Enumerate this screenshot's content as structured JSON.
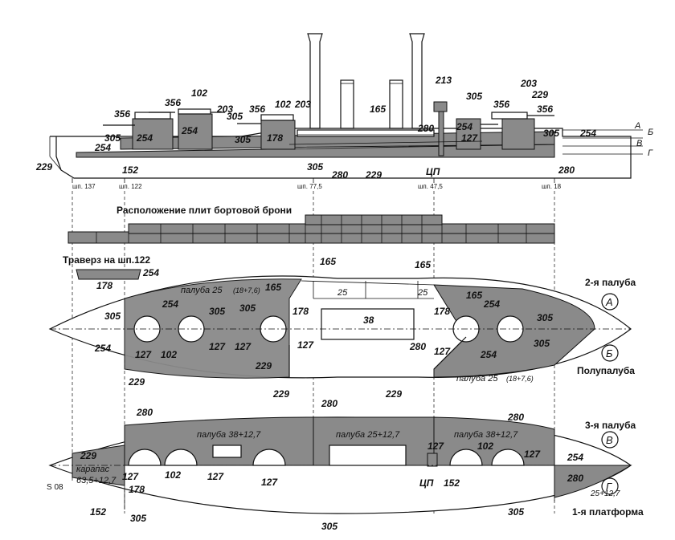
{
  "side_view": {
    "labels": {
      "l356a": "356",
      "l102a": "102",
      "l203a": "203",
      "l305a": "305",
      "l356b": "356",
      "l102b": "102",
      "l203b": "203",
      "l254a": "254",
      "l305b": "305",
      "l178": "178",
      "l254b": "254",
      "l165": "165",
      "l213": "213",
      "l305c": "305",
      "l203c": "203",
      "l229a": "229",
      "l356c": "356",
      "l356d": "356",
      "l280a": "280",
      "l254c": "254",
      "l127": "127",
      "l305d": "305",
      "l254d": "254",
      "l305e": "305",
      "l254e": "254",
      "l152": "152",
      "l229b": "229",
      "l305f": "305",
      "l280b": "280",
      "l229c": "229",
      "lcp": "ЦП",
      "l280c": "280",
      "lA": "А",
      "lB": "Б",
      "lV": "В",
      "lG": "Г"
    },
    "frames": {
      "f137": "шп. 137",
      "f122": "шп. 122",
      "f775": "шп. 77,5",
      "f475": "шп. 47,5",
      "f18": "шп. 18"
    }
  },
  "belt_title": "Расположение плит бортовой брони",
  "traverse": {
    "title": "Траверз на шп.122",
    "l254": "254",
    "l178": "178"
  },
  "upper_plan": {
    "deck_label": "палуба 25",
    "deck_label_small": "(18+7,6)",
    "labels": {
      "l165a": "165",
      "l165b": "165",
      "l165c": "165",
      "l165d": "165",
      "l25a": "25",
      "l25b": "25",
      "l38": "38",
      "l305a": "305",
      "l254a": "254",
      "l305b": "305",
      "l305c": "305",
      "l178a": "178",
      "l178b": "178",
      "l254b": "254",
      "l305d": "305",
      "l254c": "254",
      "l127a": "127",
      "l102": "102",
      "l127b": "127",
      "l127c": "127",
      "l127d": "127",
      "l280": "280",
      "l127e": "127",
      "l254d": "254",
      "l305e": "305",
      "l229a": "229",
      "l229b": "229",
      "l229c": "229",
      "l229d": "229"
    },
    "deck_label_lower": "палуба 25",
    "deck_label_lower_small": "(18+7,6)"
  },
  "lower_plan": {
    "labels": {
      "l280a": "280",
      "l280b": "280",
      "l280c": "280",
      "l229": "229",
      "deck1": "палуба 38+12,7",
      "deck2": "палуба 25+12,7",
      "deck3": "палуба 38+12,7",
      "l127a": "127",
      "l102a": "102",
      "l127b": "127",
      "l127c": "127",
      "l127d": "127",
      "l102b": "102",
      "l127e": "127",
      "l254": "254",
      "l280d": "280",
      "carapace1": "карапас",
      "carapace2": "63,5+12,7",
      "l178": "178",
      "l152a": "152",
      "l305a": "305",
      "l305b": "305",
      "l305c": "305",
      "lcp": "ЦП",
      "l152b": "152",
      "l2512": "25+12,7"
    }
  },
  "deck_names": {
    "d2": "2-я палуба",
    "half": "Полупалуба",
    "d3": "3-я палуба",
    "plat": "1-я платформа"
  },
  "section_letters": {
    "A": "А",
    "B": "Б",
    "V": "В",
    "G": "Г"
  },
  "figure_number": "Ѕ 08"
}
